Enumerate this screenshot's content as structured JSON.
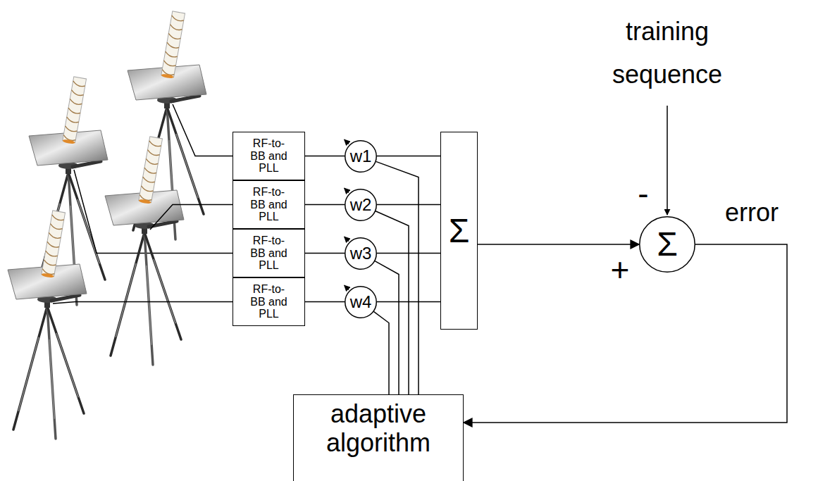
{
  "diagram": {
    "nodes": [
      {
        "text": [
          "RF-to- BB and PLL"
        ]
      },
      {
        "text": [
          "RF-to- BB and PLL"
        ]
      },
      {
        "text": [
          "RF-to- BB and PLL"
        ]
      },
      {
        "text": [
          "RF-to- BB and PLL"
        ]
      },
      {
        "text": [
          "w1"
        ]
      },
      {
        "text": [
          "w2"
        ]
      },
      {
        "text": [
          "w3"
        ]
      },
      {
        "text": [
          "w4"
        ]
      },
      {
        "text": [
          "Σ"
        ]
      },
      {
        "text": [
          "Σ"
        ]
      },
      {
        "text": [
          "adaptive algorithm"
        ]
      }
    ],
    "edges": [
      {
        "from": 0,
        "to": 4,
        "arrow": "none"
      },
      {
        "from": 1,
        "to": 5,
        "arrow": "none"
      },
      {
        "from": 2,
        "to": 6,
        "arrow": "none"
      },
      {
        "from": 3,
        "to": 7,
        "arrow": "none"
      },
      {
        "from": 4,
        "to": 8,
        "arrow": "none"
      },
      {
        "from": 5,
        "to": 8,
        "arrow": "none"
      },
      {
        "from": 6,
        "to": 8,
        "arrow": "none"
      },
      {
        "from": 7,
        "to": 8,
        "arrow": "none"
      },
      {
        "from": 8,
        "to": 9,
        "arrow": "to"
      },
      {
        "from": 9,
        "to": 10,
        "arrow": "to"
      },
      {
        "from": 10,
        "to": 4,
        "arrow": "none"
      },
      {
        "from": 10,
        "to": 5,
        "arrow": "none"
      },
      {
        "from": 10,
        "to": 6,
        "arrow": "none"
      },
      {
        "from": 10,
        "to": 7,
        "arrow": "none"
      }
    ],
    "labels": [
      "training sequence",
      "-",
      "+",
      "error"
    ]
  }
}
